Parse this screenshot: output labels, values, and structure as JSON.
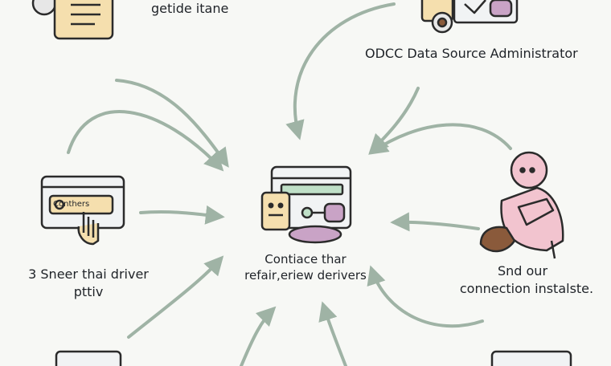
{
  "labels": {
    "top_center": "getide itane",
    "top_right": "ODCC Data Source Administrator",
    "left_line1": "3 Sneer thai driver",
    "left_line2": "pttiv",
    "center_line1": "Contiace thar",
    "center_line2": "refair,eriew derivers",
    "right_line1": "Snd our",
    "right_line2": "connection instalste.",
    "left_button_text": "Conthers"
  },
  "colors": {
    "arrow": "#9fb3a5",
    "outline": "#2b2b2b",
    "paper": "#f5dfae",
    "pink": "#f2c4cf",
    "purple": "#c9a3c6",
    "green_bar": "#bfe0c8",
    "window": "#f1f3f4",
    "brown": "#8a5a3b"
  }
}
